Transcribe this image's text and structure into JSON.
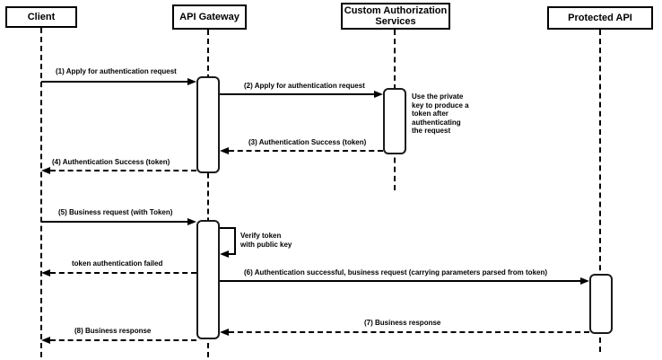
{
  "diagram": {
    "type": "sequence",
    "background": "#ffffff",
    "line_color": "#000000",
    "actors": [
      {
        "id": "client",
        "label": "Client"
      },
      {
        "id": "api-gateway",
        "label": "API Gateway"
      },
      {
        "id": "custom-auth",
        "label": "Custom Authorization\nServices"
      },
      {
        "id": "protected-api",
        "label": "Protected API"
      }
    ],
    "messages": [
      {
        "label": "(1) Apply for authentication request",
        "from": "Client",
        "to": "API Gateway",
        "style": "solid"
      },
      {
        "label": "(2) Apply for authentication request",
        "from": "API Gateway",
        "to": "Custom Authorization Services",
        "style": "solid"
      },
      {
        "label": "(3) Authentication Success (token)",
        "from": "Custom Authorization Services",
        "to": "API Gateway",
        "style": "dashed"
      },
      {
        "label": "(4) Authentication Success (token)",
        "from": "API Gateway",
        "to": "Client",
        "style": "dashed"
      },
      {
        "label": "(5) Business request (with Token)",
        "from": "Client",
        "to": "API Gateway",
        "style": "solid"
      },
      {
        "label": "Verify token\nwith public key",
        "from": "API Gateway",
        "to": "API Gateway",
        "style": "self"
      },
      {
        "label": "token authentication failed",
        "from": "API Gateway",
        "to": "Client",
        "style": "dashed"
      },
      {
        "label": "(6) Authentication successful, business request (carrying parameters parsed from token)",
        "from": "API Gateway",
        "to": "Protected API",
        "style": "solid"
      },
      {
        "label": "(7) Business response",
        "from": "Protected API",
        "to": "API Gateway",
        "style": "dashed"
      },
      {
        "label": "(8) Business response",
        "from": "API Gateway",
        "to": "Client",
        "style": "dashed"
      }
    ],
    "note": {
      "text": "Use the private\nkey to produce a\ntoken after\nauthenticating\nthe request",
      "attached_to": "Custom Authorization Services"
    }
  }
}
